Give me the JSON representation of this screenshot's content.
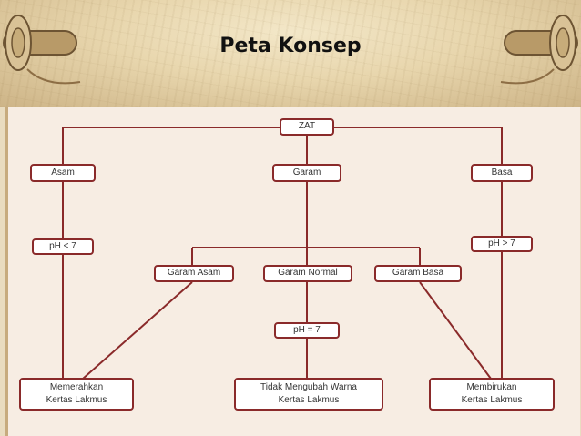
{
  "title": "Peta Konsep",
  "colors": {
    "connector": "#8a2a2a",
    "panel": "#f7ede3"
  },
  "nodes": {
    "zat": "ZAT",
    "asam": "Asam",
    "garam": "Garam",
    "basa": "Basa",
    "ph_asam": "pH < 7",
    "ph_basa": "pH > 7",
    "garam_asam": "Garam Asam",
    "garam_normal": "Garam Normal",
    "garam_basa": "Garam Basa",
    "ph_netral": "pH = 7",
    "merah": "Memerahkan\nKertas Lakmus",
    "tidak_ubah": "Tidak Mengubah Warna\nKertas Lakmus",
    "biru": "Membirukan\nKertas Lakmus"
  }
}
